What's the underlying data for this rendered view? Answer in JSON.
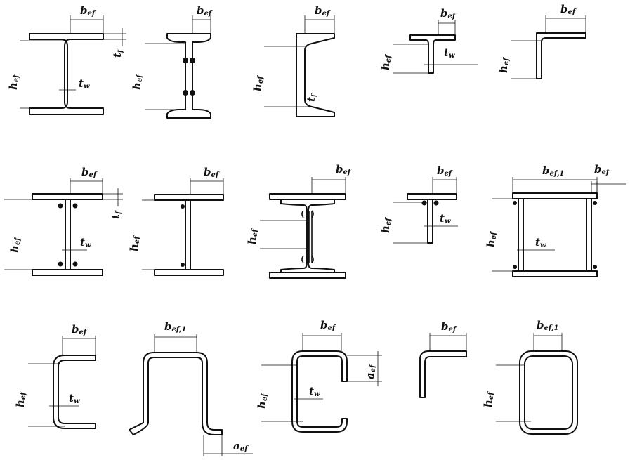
{
  "labels": {
    "b_ef": "b",
    "b_ef_sub": "ef",
    "b_ef1_sub": "ef,1",
    "h_ef": "h",
    "h_ef_sub": "ef",
    "t_w": "t",
    "t_w_sub": "w",
    "t_f": "t",
    "t_f_sub": "f",
    "a_ef": "a",
    "a_ef_sub": "ef"
  }
}
